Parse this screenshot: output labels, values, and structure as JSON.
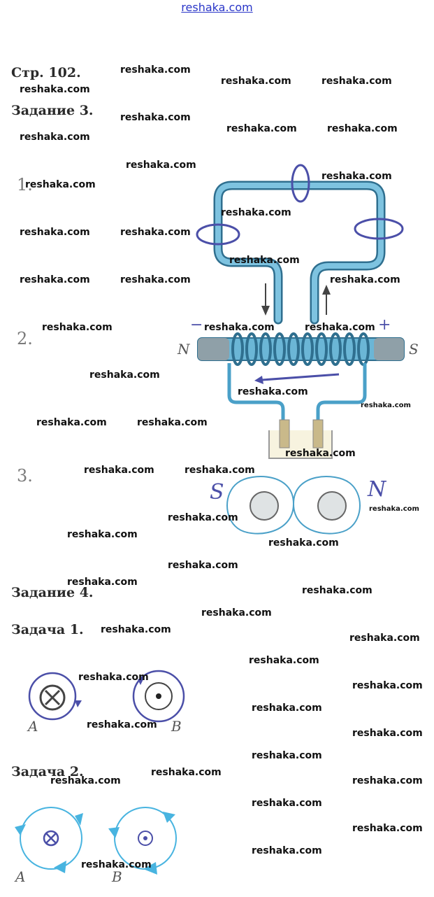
{
  "header": {
    "site_link": "reshaka.com"
  },
  "headings": {
    "page": "Стр. 102.",
    "task3": "Задание 3.",
    "task4": "Задание 4.",
    "problem1": "Задача 1.",
    "problem2": "Задача 2."
  },
  "items": {
    "n1": "1.",
    "n2": "2.",
    "n3": "3."
  },
  "figure2": {
    "pole_left": "N",
    "pole_right": "S",
    "minus": "−",
    "plus": "+"
  },
  "figure3": {
    "pole_left": "S",
    "pole_right": "N"
  },
  "problem1": {
    "label_a": "A",
    "label_b": "B"
  },
  "problem2": {
    "label_a": "A",
    "label_b": "B"
  },
  "watermark": "reshaka.com",
  "colors": {
    "tube": "#4aa0c8",
    "link": "#2a36c8",
    "arrow": "#48b4e0",
    "hand": "#4b4fa8"
  }
}
